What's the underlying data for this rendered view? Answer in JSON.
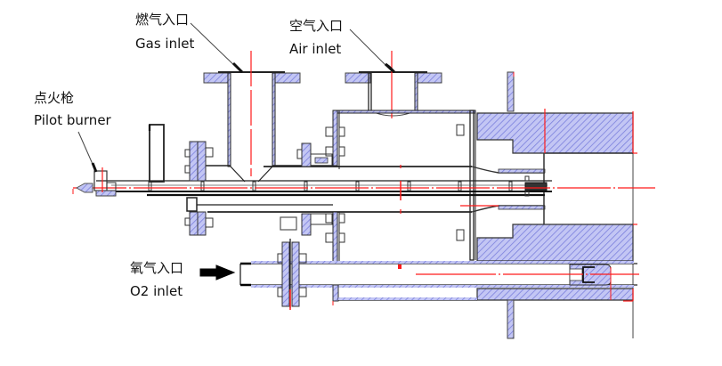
{
  "diagram": {
    "title": "Burner cross-section",
    "colors": {
      "hatch_fill": "#b8bcf0",
      "hatch_stroke": "#6a70d8",
      "outline": "#222222",
      "centerline": "#ff1a1a",
      "leader": "#333333",
      "background": "#ffffff"
    },
    "labels": {
      "gas_inlet": {
        "cn": "燃气入口",
        "en": "Gas inlet"
      },
      "air_inlet": {
        "cn": "空气入口",
        "en": "Air inlet"
      },
      "pilot_burner": {
        "cn": "点火枪",
        "en": "Pilot burner"
      },
      "o2_inlet": {
        "cn": "氧气入口",
        "en": "O2 inlet"
      }
    },
    "components": [
      "gas-inlet-pipe",
      "air-inlet-pipe",
      "pilot-burner",
      "o2-inlet-pipe",
      "burner-body",
      "refractory-block-upper",
      "refractory-block-lower",
      "mounting-plate",
      "central-lance",
      "flange-bolts"
    ]
  }
}
